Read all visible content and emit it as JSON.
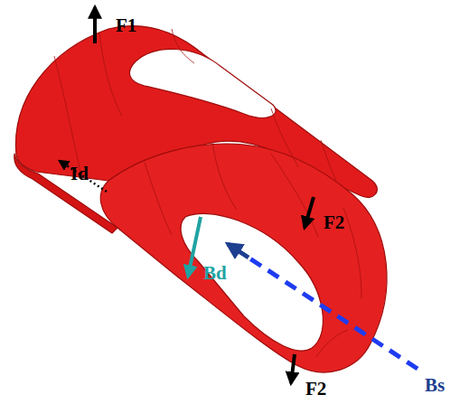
{
  "diagram": {
    "labels": [
      "F1",
      "Id",
      "F2",
      "Bd",
      "F2",
      "Bs"
    ]
  }
}
